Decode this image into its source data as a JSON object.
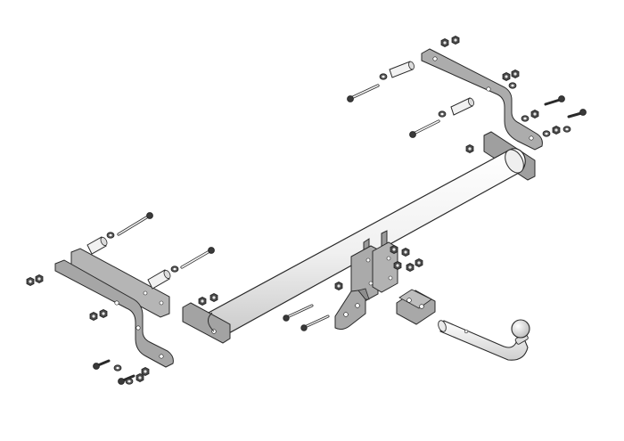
{
  "diagram": {
    "kind": "exploded-assembly",
    "components": [
      "cross-beam",
      "left-side-bracket-outer",
      "left-side-bracket-inner",
      "right-side-bracket",
      "center-mounting-plate",
      "socket-plate",
      "tow-ball-plate",
      "tow-ball-neck",
      "spacer-tubes",
      "bolts",
      "nuts",
      "washers"
    ],
    "colors": {
      "outline": "#2a2a2a",
      "metal-light": "#f2f2f2",
      "metal-shade": "#cfcfcf",
      "plate-grey": "#a9a9a9",
      "plate-dark": "#8e8e8e",
      "hardware-dark": "#3a3a3a"
    }
  }
}
